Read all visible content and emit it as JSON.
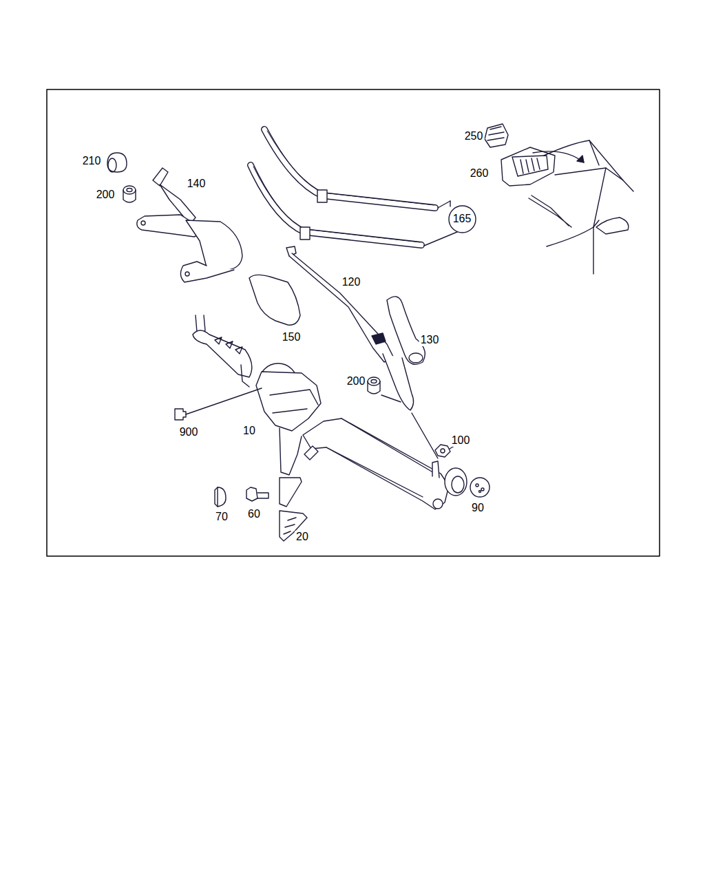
{
  "diagram": {
    "nodes": [
      {
        "text": [
          "165"
        ]
      }
    ],
    "labels": [
      "210",
      "200",
      "140",
      "250",
      "260",
      "120",
      "150",
      "130",
      "200",
      "100",
      "90",
      "10",
      "900",
      "70",
      "60",
      "20"
    ]
  }
}
